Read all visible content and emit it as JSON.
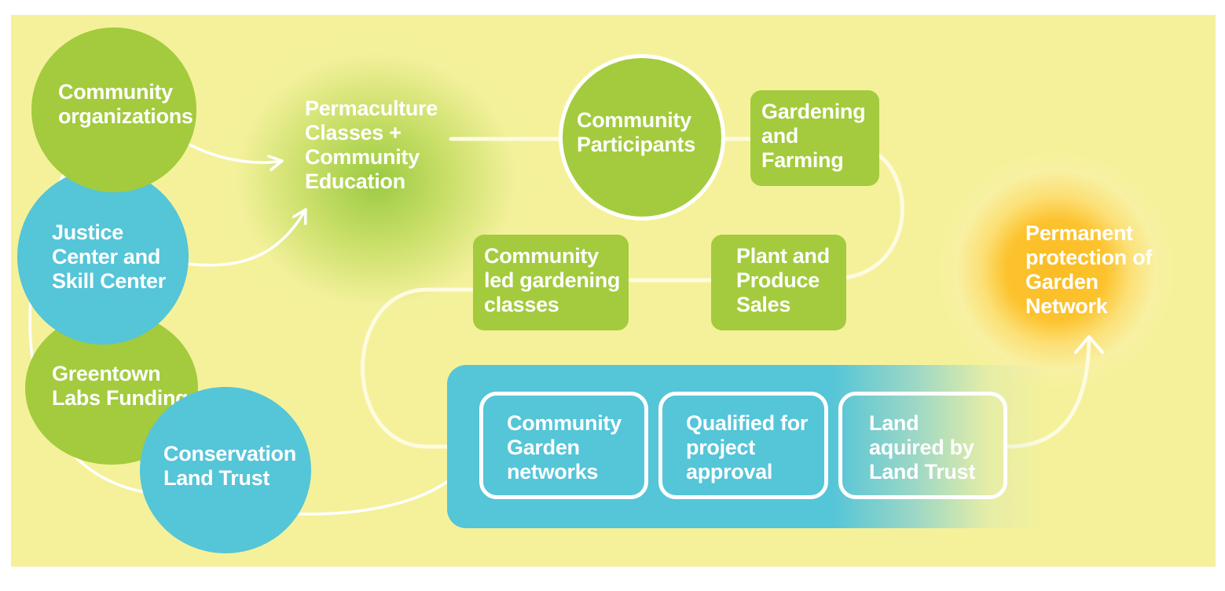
{
  "nodes": {
    "community_organizations": [
      "Community",
      "organizations"
    ],
    "justice_center": [
      "Justice",
      "Center and",
      "Skill Center"
    ],
    "greentown_labs": [
      "Greentown",
      "Labs Funding"
    ],
    "conservation_land_trust": [
      "Conservation",
      "Land Trust"
    ],
    "permaculture": [
      "Permaculture",
      "Classes +",
      "Community",
      "Education"
    ],
    "community_participants": [
      "Community",
      "Participants"
    ],
    "gardening_farming": [
      "Gardening",
      "and",
      "Farming"
    ],
    "plant_produce_sales": [
      "Plant and",
      "Produce",
      "Sales"
    ],
    "community_led_classes": [
      "Community",
      "led gardening",
      "classes"
    ],
    "community_garden_networks": [
      "Community",
      "Garden",
      "networks"
    ],
    "qualified_project": [
      "Qualified for",
      "project",
      "approval"
    ],
    "land_acquired": [
      "Land",
      "aquired by",
      "Land Trust"
    ],
    "permanent_protection": [
      "Permanent",
      "protection of",
      "Garden",
      "Network"
    ]
  },
  "colors": {
    "background": "#f5f19a",
    "green": "#a3cb3d",
    "blue": "#55c5d8",
    "orange": "#fbbc24",
    "line": "#ffffff"
  }
}
